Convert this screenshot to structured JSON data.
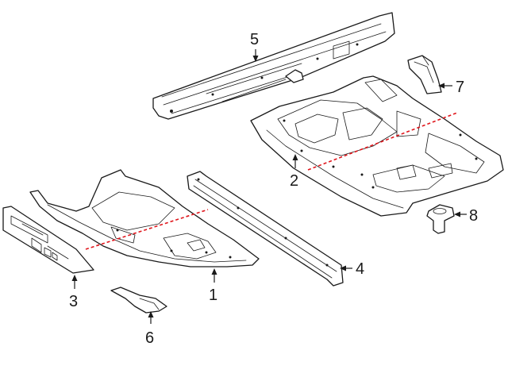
{
  "callouts": {
    "c1": "1",
    "c2": "2",
    "c3": "3",
    "c4": "4",
    "c5": "5",
    "c6": "6",
    "c7": "7",
    "c8": "8"
  },
  "colors": {
    "line": "#1a1a1a",
    "cut_line": "#e0161c",
    "background": "#ffffff"
  }
}
